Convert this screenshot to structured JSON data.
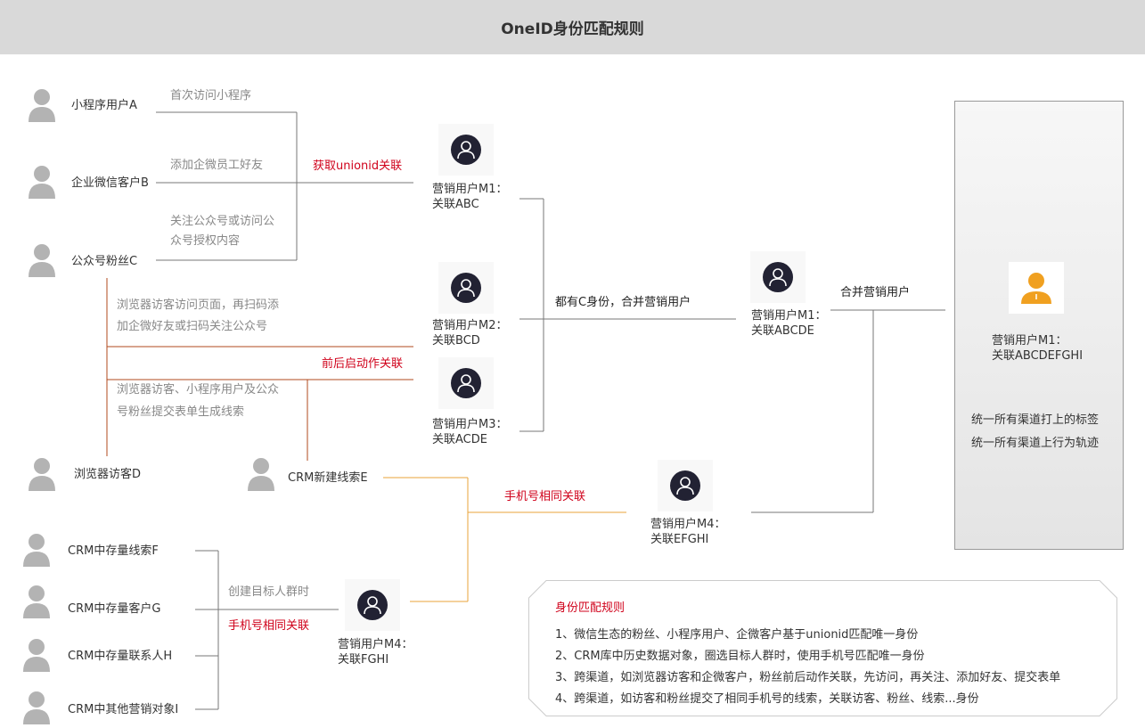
{
  "title": "OneID身份匹配规则",
  "sources": {
    "a": "小程序用户A",
    "b": "企业微信客户B",
    "c": "公众号粉丝C",
    "d": "浏览器访客D",
    "e": "CRM新建线索E",
    "f": "CRM中存量线索F",
    "g": "CRM中存量客户G",
    "h": "CRM中存量联系人H",
    "i": "CRM中其他营销对象I"
  },
  "annotations": {
    "first_visit": "首次访问小程序",
    "add_wecom": "添加企微员工好友",
    "follow_line1": "关注公众号或访问公",
    "follow_line2": "众号授权内容",
    "browse_line1": "浏览器访客访问页面，再扫码添",
    "browse_line2": "加企微好友或扫码关注公众号",
    "form_line1": "浏览器访客、小程序用户及公众",
    "form_line2": "号粉丝提交表单生成线索",
    "create_group": "创建目标人群时"
  },
  "relations": {
    "unionid": "获取unionid关联",
    "action": "前后启动作关联",
    "phone1": "手机号相同关联",
    "phone2": "手机号相同关联",
    "merge_c": "都有C身份，合并营销用户",
    "merge": "合并营销用户"
  },
  "nodes": {
    "m1": {
      "name": "营销用户M1：",
      "rel": "关联ABC"
    },
    "m2": {
      "name": "营销用户M2：",
      "rel": "关联BCD"
    },
    "m3": {
      "name": "营销用户M3：",
      "rel": "关联ACDE"
    },
    "m1b": {
      "name": "营销用户M1：",
      "rel": "关联ABCDE"
    },
    "m4a": {
      "name": "营销用户M4：",
      "rel": "关联EFGHI"
    },
    "m4b": {
      "name": "营销用户M4：",
      "rel": "关联FGHI"
    }
  },
  "final": {
    "name": "营销用户M1：",
    "rel": "关联ABCDEFGHI",
    "tags": "统一所有渠道打上的标签",
    "tracks": "统一所有渠道上行为轨迹"
  },
  "rules": {
    "title": "身份匹配规则",
    "items": [
      "1、微信生态的粉丝、小程序用户、企微客户基于unionid匹配唯一身份",
      "2、CRM库中历史数据对象，圈选目标人群时，使用手机号匹配唯一身份",
      "3、跨渠道，如浏览器访客和企微客户，粉丝前后动作关联，先访问，再关注、添加好友、提交表单",
      "4、跨渠道，如访客和粉丝提交了相同手机号的线索，关联访客、粉丝、线索...身份"
    ]
  },
  "colors": {
    "header_bg": "#d9d9d9",
    "accent_red": "#d0021b",
    "line_brown": "#b04a1c",
    "line_orange": "#e8a33a",
    "node_dark": "#222233",
    "final_orange": "#f0a020"
  }
}
